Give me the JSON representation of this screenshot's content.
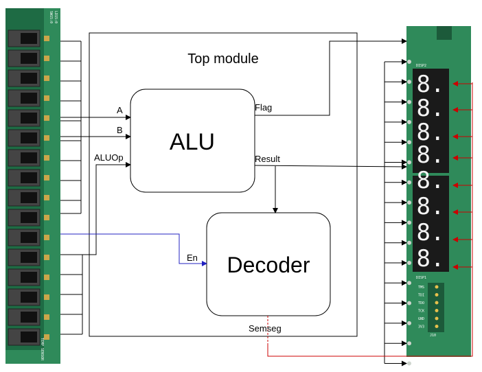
{
  "diagram": {
    "top_module_label": "Top module",
    "alu_label": "ALU",
    "decoder_label": "Decoder",
    "signals": {
      "a": "A",
      "b": "B",
      "aluop": "ALUOp",
      "flag": "Flag",
      "result": "Result",
      "en": "En",
      "semseg": "Semseg"
    }
  },
  "left_board": {
    "label_top_1": "LD15:0",
    "label_top_2": "SW15:0",
    "label_bottom": "TEMP SENSOR",
    "switch_count": 16
  },
  "right_board": {
    "disp_labels": [
      "DISP2",
      "DISP1"
    ],
    "digit_glyph": "8.",
    "jtag_pins": [
      "TMS",
      "TDI",
      "TDO",
      "TCK",
      "GND",
      "3V3"
    ],
    "jtag_label": "J10"
  },
  "colors": {
    "board_green": "#2f8a5a",
    "wire": "#000000",
    "enable_wire": "#2020c0",
    "semseg_wire": "#cc0000"
  }
}
